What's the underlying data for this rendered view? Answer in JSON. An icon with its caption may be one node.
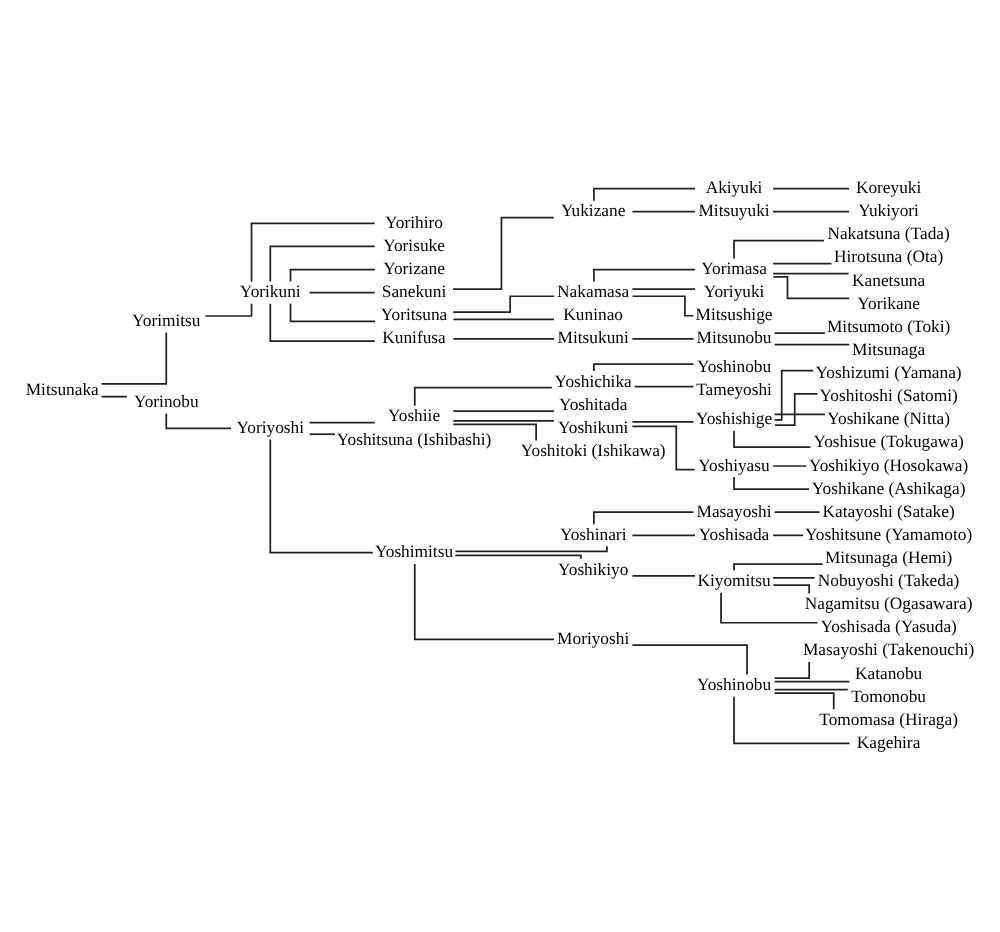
{
  "diagram": {
    "nodes": [
      {
        "text": [
          "Mitsunaka"
        ]
      },
      {
        "text": [
          "Yorimitsu"
        ]
      },
      {
        "text": [
          "Yorikuni"
        ]
      },
      {
        "text": [
          "Yorihiro"
        ]
      },
      {
        "text": [
          "Yorisuke"
        ]
      },
      {
        "text": [
          "Yorizane"
        ]
      },
      {
        "text": [
          "Sanekuni"
        ]
      },
      {
        "text": [
          "Yukizane"
        ]
      },
      {
        "text": [
          "Akiyuki"
        ]
      },
      {
        "text": [
          "Koreyuki"
        ]
      },
      {
        "text": [
          "Mitsuyuki"
        ]
      },
      {
        "text": [
          "Yukiyori"
        ]
      },
      {
        "text": [
          "Yoritsuna"
        ]
      },
      {
        "text": [
          "Nakamasa"
        ]
      },
      {
        "text": [
          "Yorimasa"
        ]
      },
      {
        "text": [
          "Nakatsuna (Tada)"
        ]
      },
      {
        "text": [
          "Hirotsuna (Ota)"
        ]
      },
      {
        "text": [
          "Kanetsuna"
        ]
      },
      {
        "text": [
          "Yorikane"
        ]
      },
      {
        "text": [
          "Yoriyuki"
        ]
      },
      {
        "text": [
          "Mitsushige"
        ]
      },
      {
        "text": [
          "Kuninao"
        ]
      },
      {
        "text": [
          "Kunifusa"
        ]
      },
      {
        "text": [
          "Mitsukuni"
        ]
      },
      {
        "text": [
          "Mitsunobu"
        ]
      },
      {
        "text": [
          "Mitsumoto (Toki)"
        ]
      },
      {
        "text": [
          "Mitsunaga"
        ]
      },
      {
        "text": [
          "Yorinobu"
        ]
      },
      {
        "text": [
          "Yoriyoshi"
        ]
      },
      {
        "text": [
          "Yoshiie"
        ]
      },
      {
        "text": [
          "Yoshichika"
        ]
      },
      {
        "text": [
          "Yoshinobu"
        ]
      },
      {
        "text": [
          "Tameyoshi"
        ]
      },
      {
        "text": [
          "Yoshitada"
        ]
      },
      {
        "text": [
          "Yoshikuni"
        ]
      },
      {
        "text": [
          "Yoshishige"
        ]
      },
      {
        "text": [
          "Yoshizumi (Yamana)"
        ]
      },
      {
        "text": [
          "Yoshitoshi (Satomi)"
        ]
      },
      {
        "text": [
          "Yoshikane (Nitta)"
        ]
      },
      {
        "text": [
          "Yoshisue (Tokugawa)"
        ]
      },
      {
        "text": [
          "Yoshiyasu"
        ]
      },
      {
        "text": [
          "Yoshikiyo (Hosokawa)"
        ]
      },
      {
        "text": [
          "Yoshikane (Ashikaga)"
        ]
      },
      {
        "text": [
          "Yoshitoki (Ishikawa)"
        ]
      },
      {
        "text": [
          "Yoshitsuna (Ishibashi)"
        ]
      },
      {
        "text": [
          "Yoshimitsu"
        ]
      },
      {
        "text": [
          "Yoshinari"
        ]
      },
      {
        "text": [
          "Masayoshi"
        ]
      },
      {
        "text": [
          "Katayoshi (Satake)"
        ]
      },
      {
        "text": [
          "Yoshisada"
        ]
      },
      {
        "text": [
          "Yoshitsune (Yamamoto)"
        ]
      },
      {
        "text": [
          "Yoshikiyo"
        ]
      },
      {
        "text": [
          "Kiyomitsu"
        ]
      },
      {
        "text": [
          "Mitsunaga (Hemi)"
        ]
      },
      {
        "text": [
          "Nobuyoshi (Takeda)"
        ]
      },
      {
        "text": [
          "Nagamitsu (Ogasawara)"
        ]
      },
      {
        "text": [
          "Yoshisada (Yasuda)"
        ]
      },
      {
        "text": [
          "Moriyoshi"
        ]
      },
      {
        "text": [
          "Yoshinobu"
        ]
      },
      {
        "text": [
          "Masayoshi (Takenouchi)"
        ]
      },
      {
        "text": [
          "Katanobu"
        ]
      },
      {
        "text": [
          "Tomonobu"
        ]
      },
      {
        "text": [
          "Tomomasa (Hiraga)"
        ]
      },
      {
        "text": [
          "Kagehira"
        ]
      }
    ],
    "edges": [
      {
        "from": 0,
        "to": 1,
        "arrow": "none"
      },
      {
        "from": 1,
        "to": 2,
        "arrow": "none"
      },
      {
        "from": 2,
        "to": 3,
        "arrow": "none"
      },
      {
        "from": 2,
        "to": 4,
        "arrow": "none"
      },
      {
        "from": 2,
        "to": 5,
        "arrow": "none"
      },
      {
        "from": 2,
        "to": 6,
        "arrow": "none"
      },
      {
        "from": 6,
        "to": 7,
        "arrow": "none"
      },
      {
        "from": 7,
        "to": 8,
        "arrow": "none"
      },
      {
        "from": 8,
        "to": 9,
        "arrow": "none"
      },
      {
        "from": 7,
        "to": 10,
        "arrow": "none"
      },
      {
        "from": 10,
        "to": 11,
        "arrow": "none"
      },
      {
        "from": 2,
        "to": 12,
        "arrow": "none"
      },
      {
        "from": 12,
        "to": 13,
        "arrow": "none"
      },
      {
        "from": 13,
        "to": 14,
        "arrow": "none"
      },
      {
        "from": 14,
        "to": 15,
        "arrow": "none"
      },
      {
        "from": 14,
        "to": 16,
        "arrow": "none"
      },
      {
        "from": 14,
        "to": 17,
        "arrow": "none"
      },
      {
        "from": 14,
        "to": 18,
        "arrow": "none"
      },
      {
        "from": 13,
        "to": 19,
        "arrow": "none"
      },
      {
        "from": 13,
        "to": 20,
        "arrow": "none"
      },
      {
        "from": 12,
        "to": 21,
        "arrow": "none"
      },
      {
        "from": 2,
        "to": 22,
        "arrow": "none"
      },
      {
        "from": 22,
        "to": 23,
        "arrow": "none"
      },
      {
        "from": 23,
        "to": 24,
        "arrow": "none"
      },
      {
        "from": 24,
        "to": 25,
        "arrow": "none"
      },
      {
        "from": 24,
        "to": 26,
        "arrow": "none"
      },
      {
        "from": 0,
        "to": 27,
        "arrow": "none"
      },
      {
        "from": 27,
        "to": 28,
        "arrow": "none"
      },
      {
        "from": 28,
        "to": 29,
        "arrow": "none"
      },
      {
        "from": 29,
        "to": 30,
        "arrow": "none"
      },
      {
        "from": 30,
        "to": 31,
        "arrow": "none"
      },
      {
        "from": 30,
        "to": 32,
        "arrow": "none"
      },
      {
        "from": 29,
        "to": 33,
        "arrow": "none"
      },
      {
        "from": 29,
        "to": 34,
        "arrow": "none"
      },
      {
        "from": 34,
        "to": 35,
        "arrow": "none"
      },
      {
        "from": 35,
        "to": 36,
        "arrow": "none"
      },
      {
        "from": 35,
        "to": 37,
        "arrow": "none"
      },
      {
        "from": 35,
        "to": 38,
        "arrow": "none"
      },
      {
        "from": 35,
        "to": 39,
        "arrow": "none"
      },
      {
        "from": 34,
        "to": 40,
        "arrow": "none"
      },
      {
        "from": 40,
        "to": 41,
        "arrow": "none"
      },
      {
        "from": 40,
        "to": 42,
        "arrow": "none"
      },
      {
        "from": 29,
        "to": 43,
        "arrow": "none"
      },
      {
        "from": 28,
        "to": 44,
        "arrow": "none"
      },
      {
        "from": 28,
        "to": 45,
        "arrow": "none"
      },
      {
        "from": 45,
        "to": 46,
        "arrow": "none"
      },
      {
        "from": 46,
        "to": 47,
        "arrow": "none"
      },
      {
        "from": 47,
        "to": 48,
        "arrow": "none"
      },
      {
        "from": 46,
        "to": 49,
        "arrow": "none"
      },
      {
        "from": 49,
        "to": 50,
        "arrow": "none"
      },
      {
        "from": 45,
        "to": 51,
        "arrow": "none"
      },
      {
        "from": 51,
        "to": 52,
        "arrow": "none"
      },
      {
        "from": 52,
        "to": 53,
        "arrow": "none"
      },
      {
        "from": 52,
        "to": 54,
        "arrow": "none"
      },
      {
        "from": 52,
        "to": 55,
        "arrow": "none"
      },
      {
        "from": 52,
        "to": 56,
        "arrow": "none"
      },
      {
        "from": 45,
        "to": 57,
        "arrow": "none"
      },
      {
        "from": 57,
        "to": 58,
        "arrow": "none"
      },
      {
        "from": 58,
        "to": 59,
        "arrow": "none"
      },
      {
        "from": 58,
        "to": 60,
        "arrow": "none"
      },
      {
        "from": 58,
        "to": 61,
        "arrow": "none"
      },
      {
        "from": 58,
        "to": 62,
        "arrow": "none"
      },
      {
        "from": 58,
        "to": 63,
        "arrow": "none"
      }
    ]
  }
}
